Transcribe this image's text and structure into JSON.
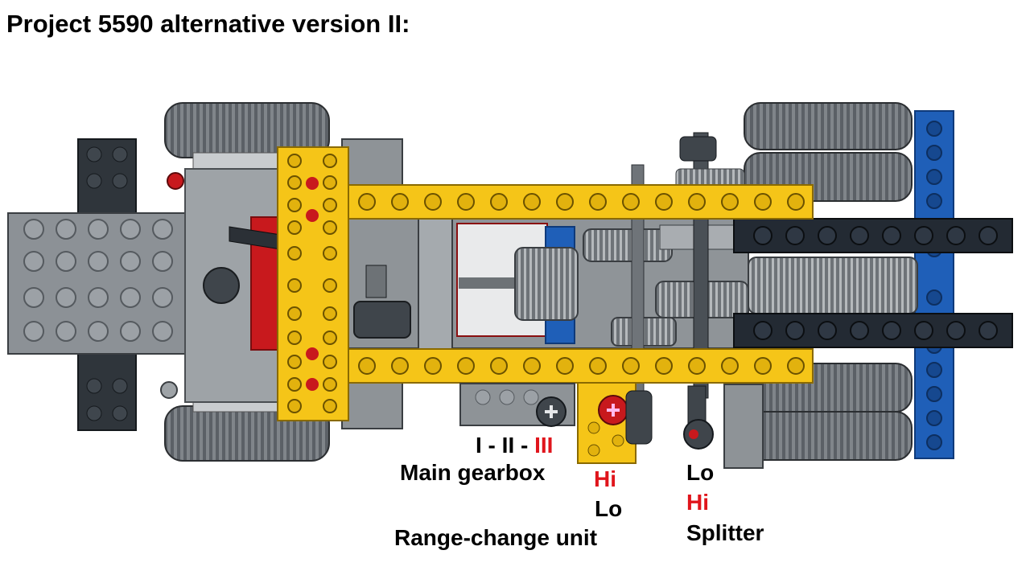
{
  "title": "Project 5590 alternative version II:",
  "labels": {
    "main_gearbox": {
      "gears": {
        "g1": "I",
        "sep1": " - ",
        "g2": "II",
        "sep2": " - ",
        "g3": "III"
      },
      "caption": "Main gearbox"
    },
    "range_change": {
      "hi": "Hi",
      "lo": "Lo",
      "caption": "Range-change unit"
    },
    "splitter": {
      "lo": "Lo",
      "hi": "Hi",
      "caption": "Splitter"
    }
  },
  "colors": {
    "yellow": "#f5c518",
    "light_gray": "#9a9fa3",
    "dark_gray": "#3b4046",
    "black_beam": "#232a33",
    "blue": "#1f5fb8",
    "red": "#d01c1c",
    "label_red": "#e0151c"
  }
}
